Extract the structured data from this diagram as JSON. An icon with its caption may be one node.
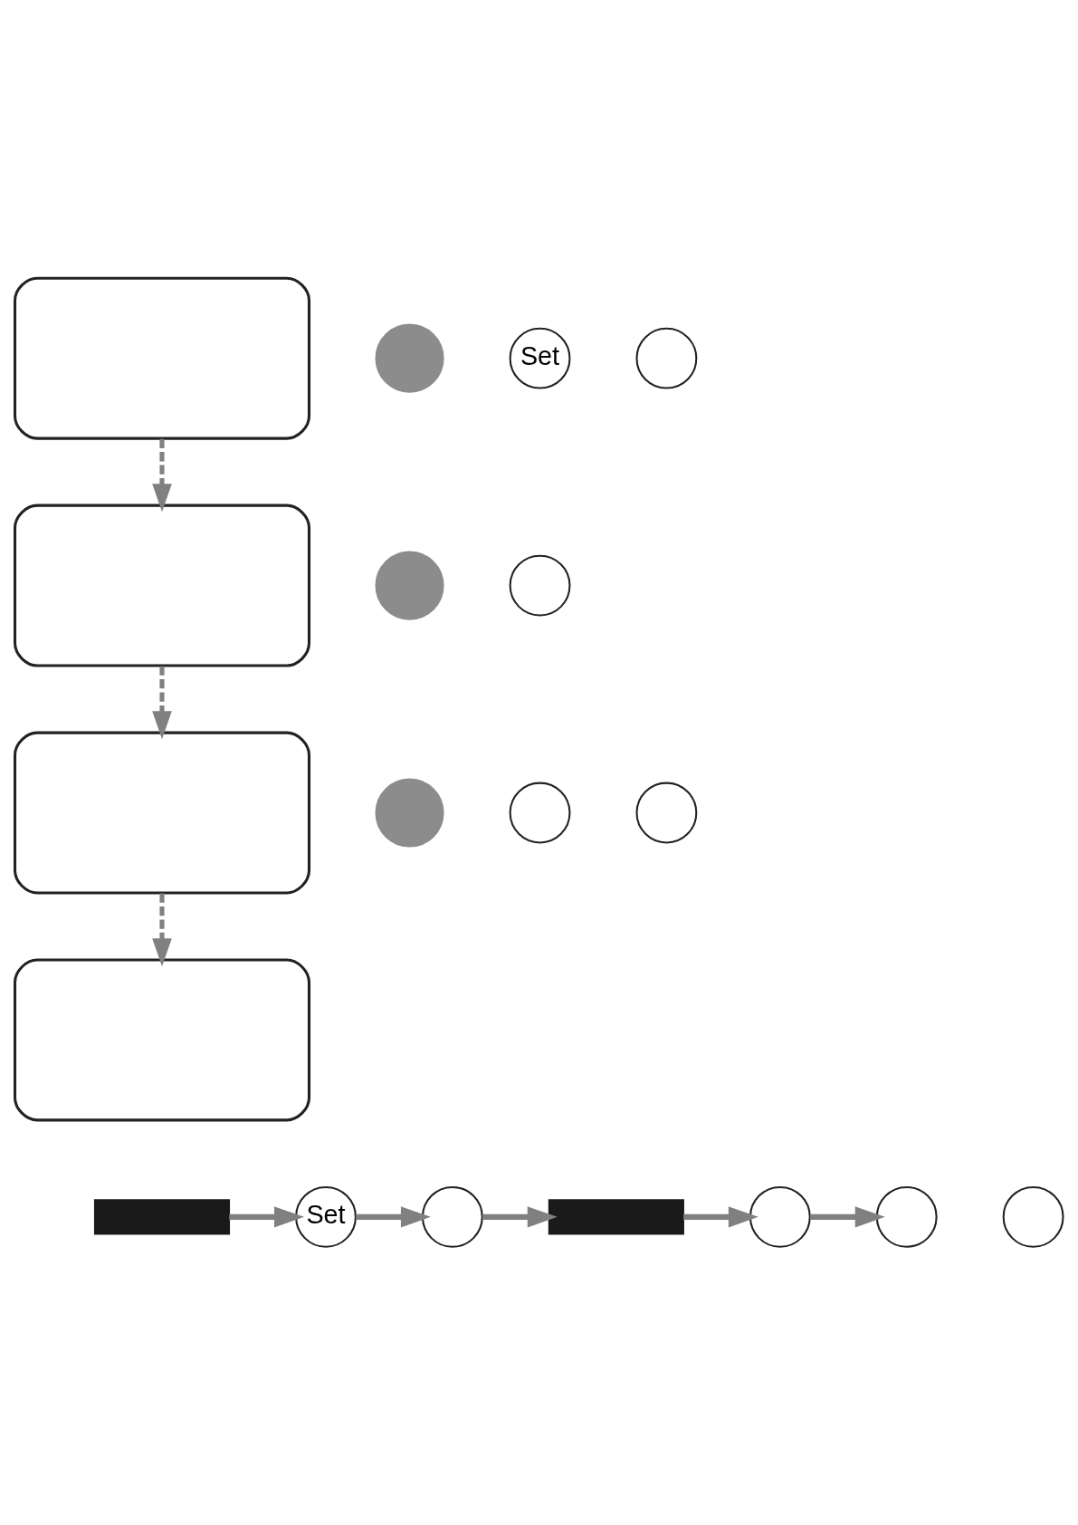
{
  "diagram": {
    "nodes": [
      {
        "text": [],
        "shape": "box"
      },
      {
        "text": [],
        "shape": "circle"
      },
      {
        "text": [
          "Set"
        ]
      },
      {
        "text": [],
        "shape": "circle"
      },
      {
        "text": [],
        "shape": "box"
      },
      {
        "text": [],
        "shape": "circle"
      },
      {
        "text": [],
        "shape": "circle"
      },
      {
        "text": [],
        "shape": "box"
      },
      {
        "text": [],
        "shape": "circle"
      },
      {
        "text": [],
        "shape": "circle"
      },
      {
        "text": [],
        "shape": "circle"
      },
      {
        "text": [],
        "shape": "box"
      },
      {
        "text": [],
        "shape": "bar"
      },
      {
        "text": [
          "Set"
        ]
      },
      {
        "text": [],
        "shape": "circle"
      },
      {
        "text": [],
        "shape": "bar"
      },
      {
        "text": [],
        "shape": "circle"
      },
      {
        "text": [],
        "shape": "circle"
      },
      {
        "text": [],
        "shape": "circle"
      }
    ],
    "edges": [
      {
        "from": 0,
        "to": 4,
        "arrow": "to",
        "style": "dashed"
      },
      {
        "from": 4,
        "to": 7,
        "arrow": "to",
        "style": "dashed"
      },
      {
        "from": 7,
        "to": 11,
        "arrow": "to",
        "style": "dashed"
      },
      {
        "from": 12,
        "to": 13,
        "arrow": "to"
      },
      {
        "from": 13,
        "to": 14,
        "arrow": "to"
      },
      {
        "from": 14,
        "to": 15,
        "arrow": "to"
      },
      {
        "from": 15,
        "to": 16,
        "arrow": "to"
      },
      {
        "from": 16,
        "to": 17,
        "arrow": "to"
      }
    ]
  }
}
